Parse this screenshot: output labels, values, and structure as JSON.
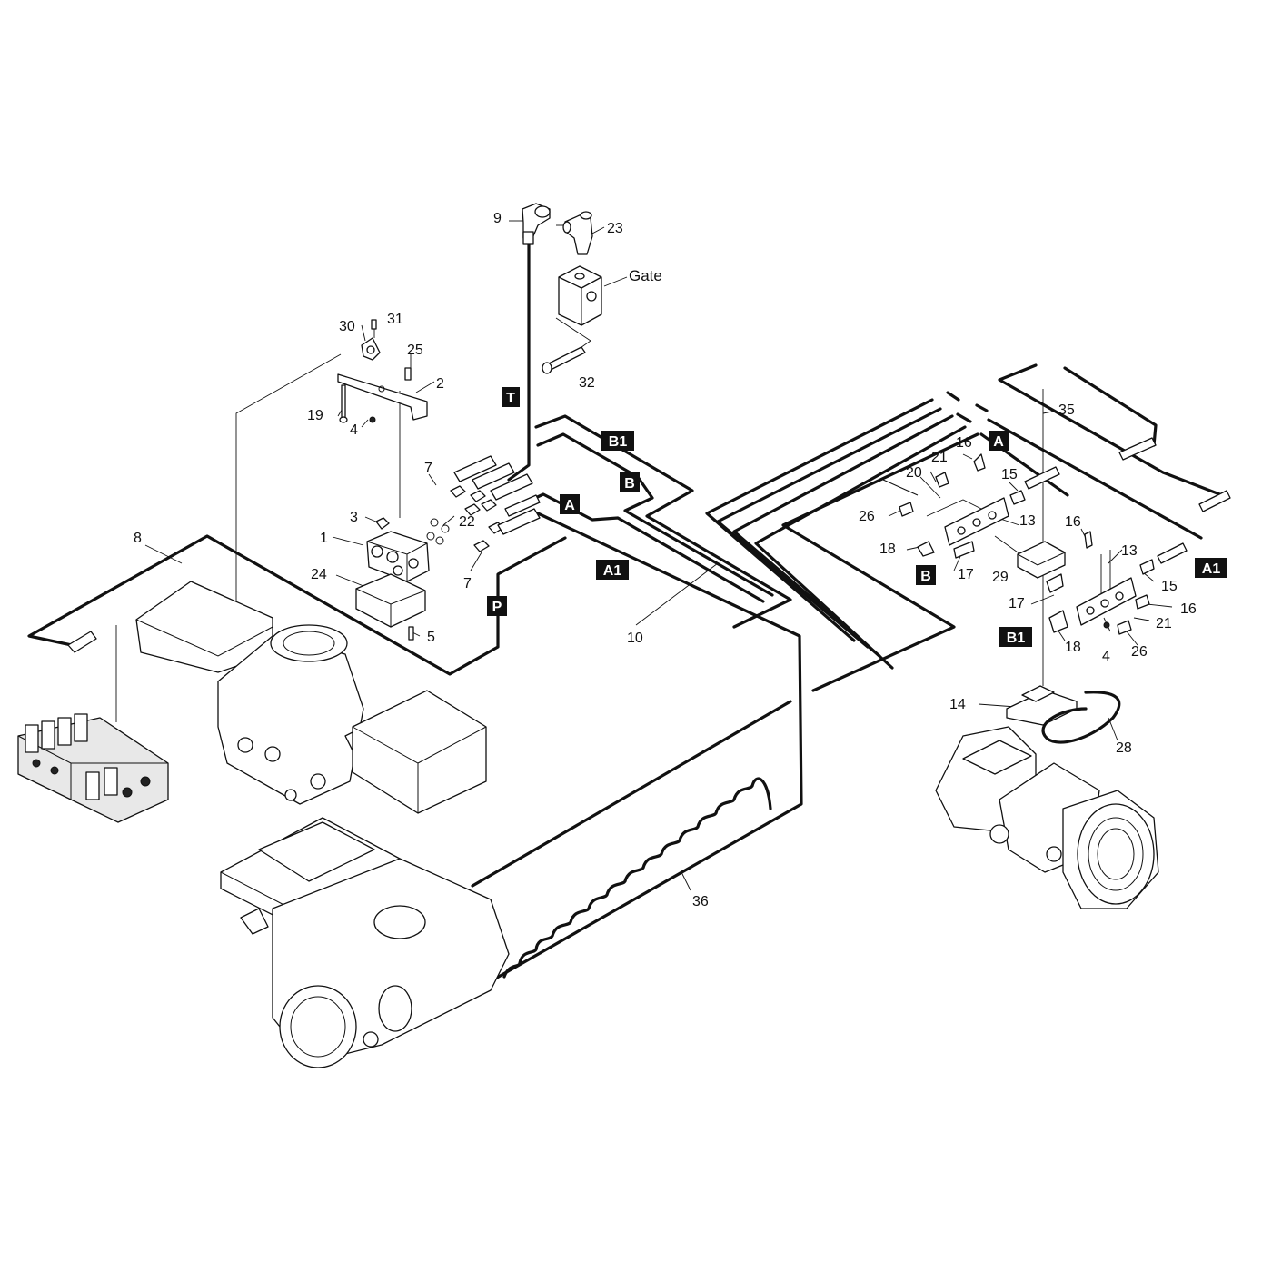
{
  "diagram": {
    "callouts": {
      "c9": "9",
      "c23": "23",
      "c_gate": "Gate",
      "c32": "32",
      "c30": "30",
      "c31": "31",
      "c25": "25",
      "c2": "2",
      "c19": "19",
      "c4a": "4",
      "c7a": "7",
      "c3": "3",
      "c22": "22",
      "c1": "1",
      "c7b": "7",
      "c24": "24",
      "c5": "5",
      "c8": "8",
      "c10": "10",
      "c36": "36",
      "c35": "35",
      "c16a": "16",
      "c21a": "21",
      "c20": "20",
      "c15a": "15",
      "c26a": "26",
      "c13a": "13",
      "c18a": "18",
      "c17a": "17",
      "c29": "29",
      "c16b": "16",
      "c13b": "13",
      "c15b": "15",
      "c17b": "17",
      "c16c": "16",
      "c21b": "21",
      "c18b": "18",
      "c4b": "4",
      "c26b": "26",
      "c14": "14",
      "c28": "28"
    },
    "port_tags": {
      "T": "T",
      "B1_top": "B1",
      "B_mid": "B",
      "A_mid": "A",
      "A1_mid": "A1",
      "P": "P",
      "A_right": "A",
      "B_right": "B",
      "A1_right": "A1",
      "B1_right": "B1"
    }
  }
}
